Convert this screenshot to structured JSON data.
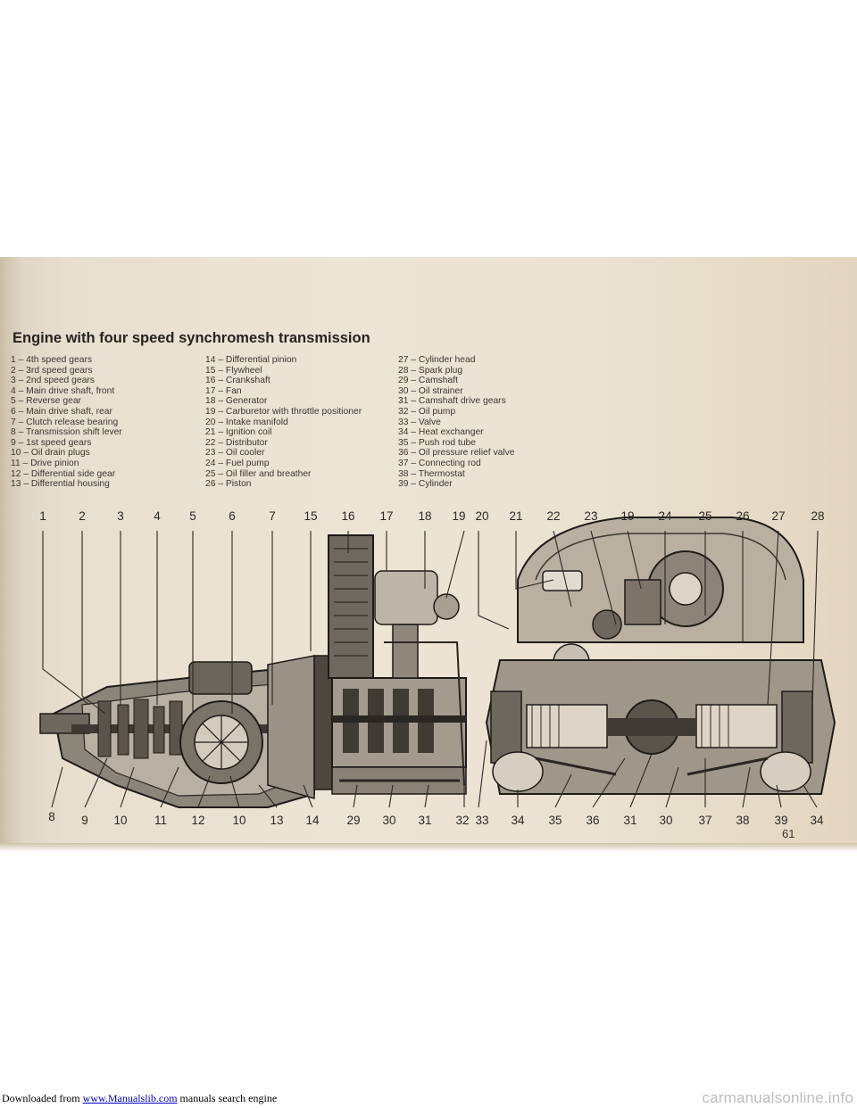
{
  "title": "Engine with four speed synchromesh transmission",
  "legend_col1": [
    "1 – 4th speed gears",
    "2 – 3rd speed gears",
    "3 – 2nd speed gears",
    "4 – Main drive shaft, front",
    "5 – Reverse gear",
    "6 – Main drive shaft, rear",
    "7 – Clutch release bearing",
    "8 – Transmission shift lever",
    "9 – 1st speed gears",
    "10 – Oil drain plugs",
    "11 – Drive pinion",
    "12 – Differential side gear",
    "13 – Differential housing"
  ],
  "legend_col2": [
    "14 – Differential pinion",
    "15 – Flywheel",
    "16 – Crankshaft",
    "17 – Fan",
    "18 – Generator",
    "19 – Carburetor with throttle positioner",
    "20 – Intake manifold",
    "21 – Ignition coil",
    "22 – Distributor",
    "23 – Oil cooler",
    "24 – Fuel pump",
    "25 – Oil filler and breather",
    "26 – Piston"
  ],
  "legend_col3": [
    "27 – Cylinder head",
    "28 – Spark plug",
    "29 – Camshaft",
    "30 – Oil strainer",
    "31 – Camshaft drive gears",
    "32 – Oil pump",
    "33 – Valve",
    "34 – Heat exchanger",
    "35 – Push rod tube",
    "36 – Oil pressure relief valve",
    "37 – Connecting rod",
    "38 – Thermostat",
    "39 – Cylinder"
  ],
  "top_numbers": [
    "1",
    "2",
    "3",
    "4",
    "5",
    "6",
    "7",
    "15",
    "16",
    "17",
    "18",
    "19",
    "20",
    "21",
    "22",
    "23",
    "19",
    "24",
    "25",
    "26",
    "27",
    "28"
  ],
  "bottom_numbers": [
    "8",
    "9",
    "10",
    "11",
    "12",
    "10",
    "13",
    "14",
    "29",
    "30",
    "31",
    "32",
    "33",
    "34",
    "35",
    "36",
    "31",
    "30",
    "37",
    "38",
    "39",
    "34"
  ],
  "page_number": "61",
  "footer": {
    "prefix": "Downloaded from ",
    "link_text": "www.Manualslib.com",
    "suffix": " manuals search engine",
    "watermark": "carmanualsonline.info"
  }
}
